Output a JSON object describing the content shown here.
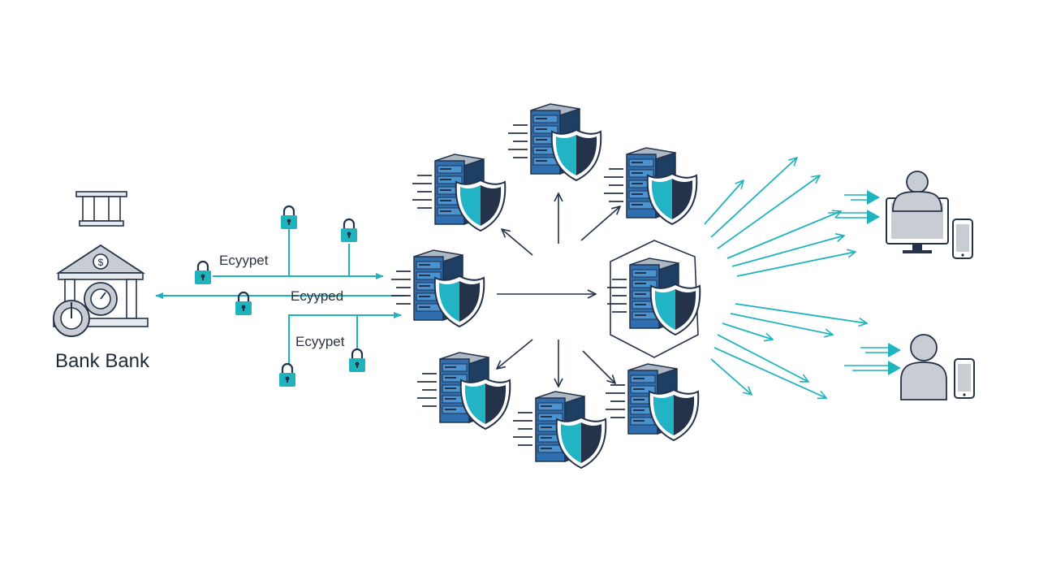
{
  "bank": {
    "label": "Bank Bank"
  },
  "channels": [
    {
      "label": "Ecyypet"
    },
    {
      "label": "Ecyyped"
    },
    {
      "label": "Ecyypet"
    }
  ],
  "colors": {
    "accent": "#1fb3bd",
    "navy": "#24324a",
    "server_blue": "#2f6fb0",
    "server_light": "#4b92d1",
    "server_top": "#aeb8c5",
    "shield_dark": "#24324a",
    "shield_teal": "#22b3c4",
    "lock": "#1fb3bd",
    "grey": "#c8cdd3"
  },
  "icons": {
    "bank": "bank-building-icon",
    "lock": "padlock-icon",
    "server": "server-rack-icon",
    "shield": "shield-icon",
    "user": "user-avatar-icon",
    "monitor": "monitor-icon",
    "phone": "smartphone-icon"
  }
}
